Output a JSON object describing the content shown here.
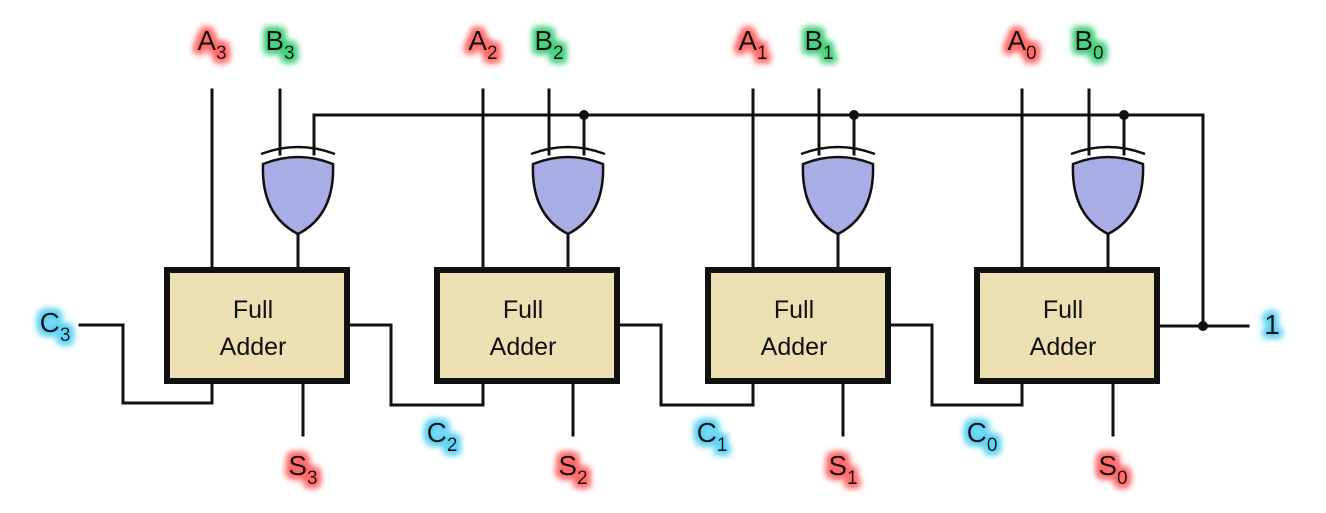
{
  "colors": {
    "label_a": "#ff6b6b",
    "label_b": "#49d080",
    "label_c": "#5fd3f3",
    "label_s": "#ff6b6b",
    "adder_fill": "#ece0b3",
    "xor_fill": "#a9ade6",
    "wire": "#111111"
  },
  "stages": [
    {
      "adder_line1": "Full",
      "adder_line2": "Adder",
      "a": {
        "base": "A",
        "sub": "3"
      },
      "b": {
        "base": "B",
        "sub": "3"
      },
      "s": {
        "base": "S",
        "sub": "3"
      },
      "carry_out": {
        "base": "C",
        "sub": "3"
      }
    },
    {
      "adder_line1": "Full",
      "adder_line2": "Adder",
      "a": {
        "base": "A",
        "sub": "2"
      },
      "b": {
        "base": "B",
        "sub": "2"
      },
      "s": {
        "base": "S",
        "sub": "2"
      },
      "carry_out": {
        "base": "C",
        "sub": "2"
      }
    },
    {
      "adder_line1": "Full",
      "adder_line2": "Adder",
      "a": {
        "base": "A",
        "sub": "1"
      },
      "b": {
        "base": "B",
        "sub": "1"
      },
      "s": {
        "base": "S",
        "sub": "1"
      },
      "carry_out": {
        "base": "C",
        "sub": "1"
      }
    },
    {
      "adder_line1": "Full",
      "adder_line2": "Adder",
      "a": {
        "base": "A",
        "sub": "0"
      },
      "b": {
        "base": "B",
        "sub": "0"
      },
      "s": {
        "base": "S",
        "sub": "0"
      },
      "carry_out": {
        "base": "C",
        "sub": "0"
      }
    }
  ],
  "control_input": "1",
  "icons": {
    "xor_gate": "xor-gate-icon",
    "junction": "junction-dot-icon"
  }
}
